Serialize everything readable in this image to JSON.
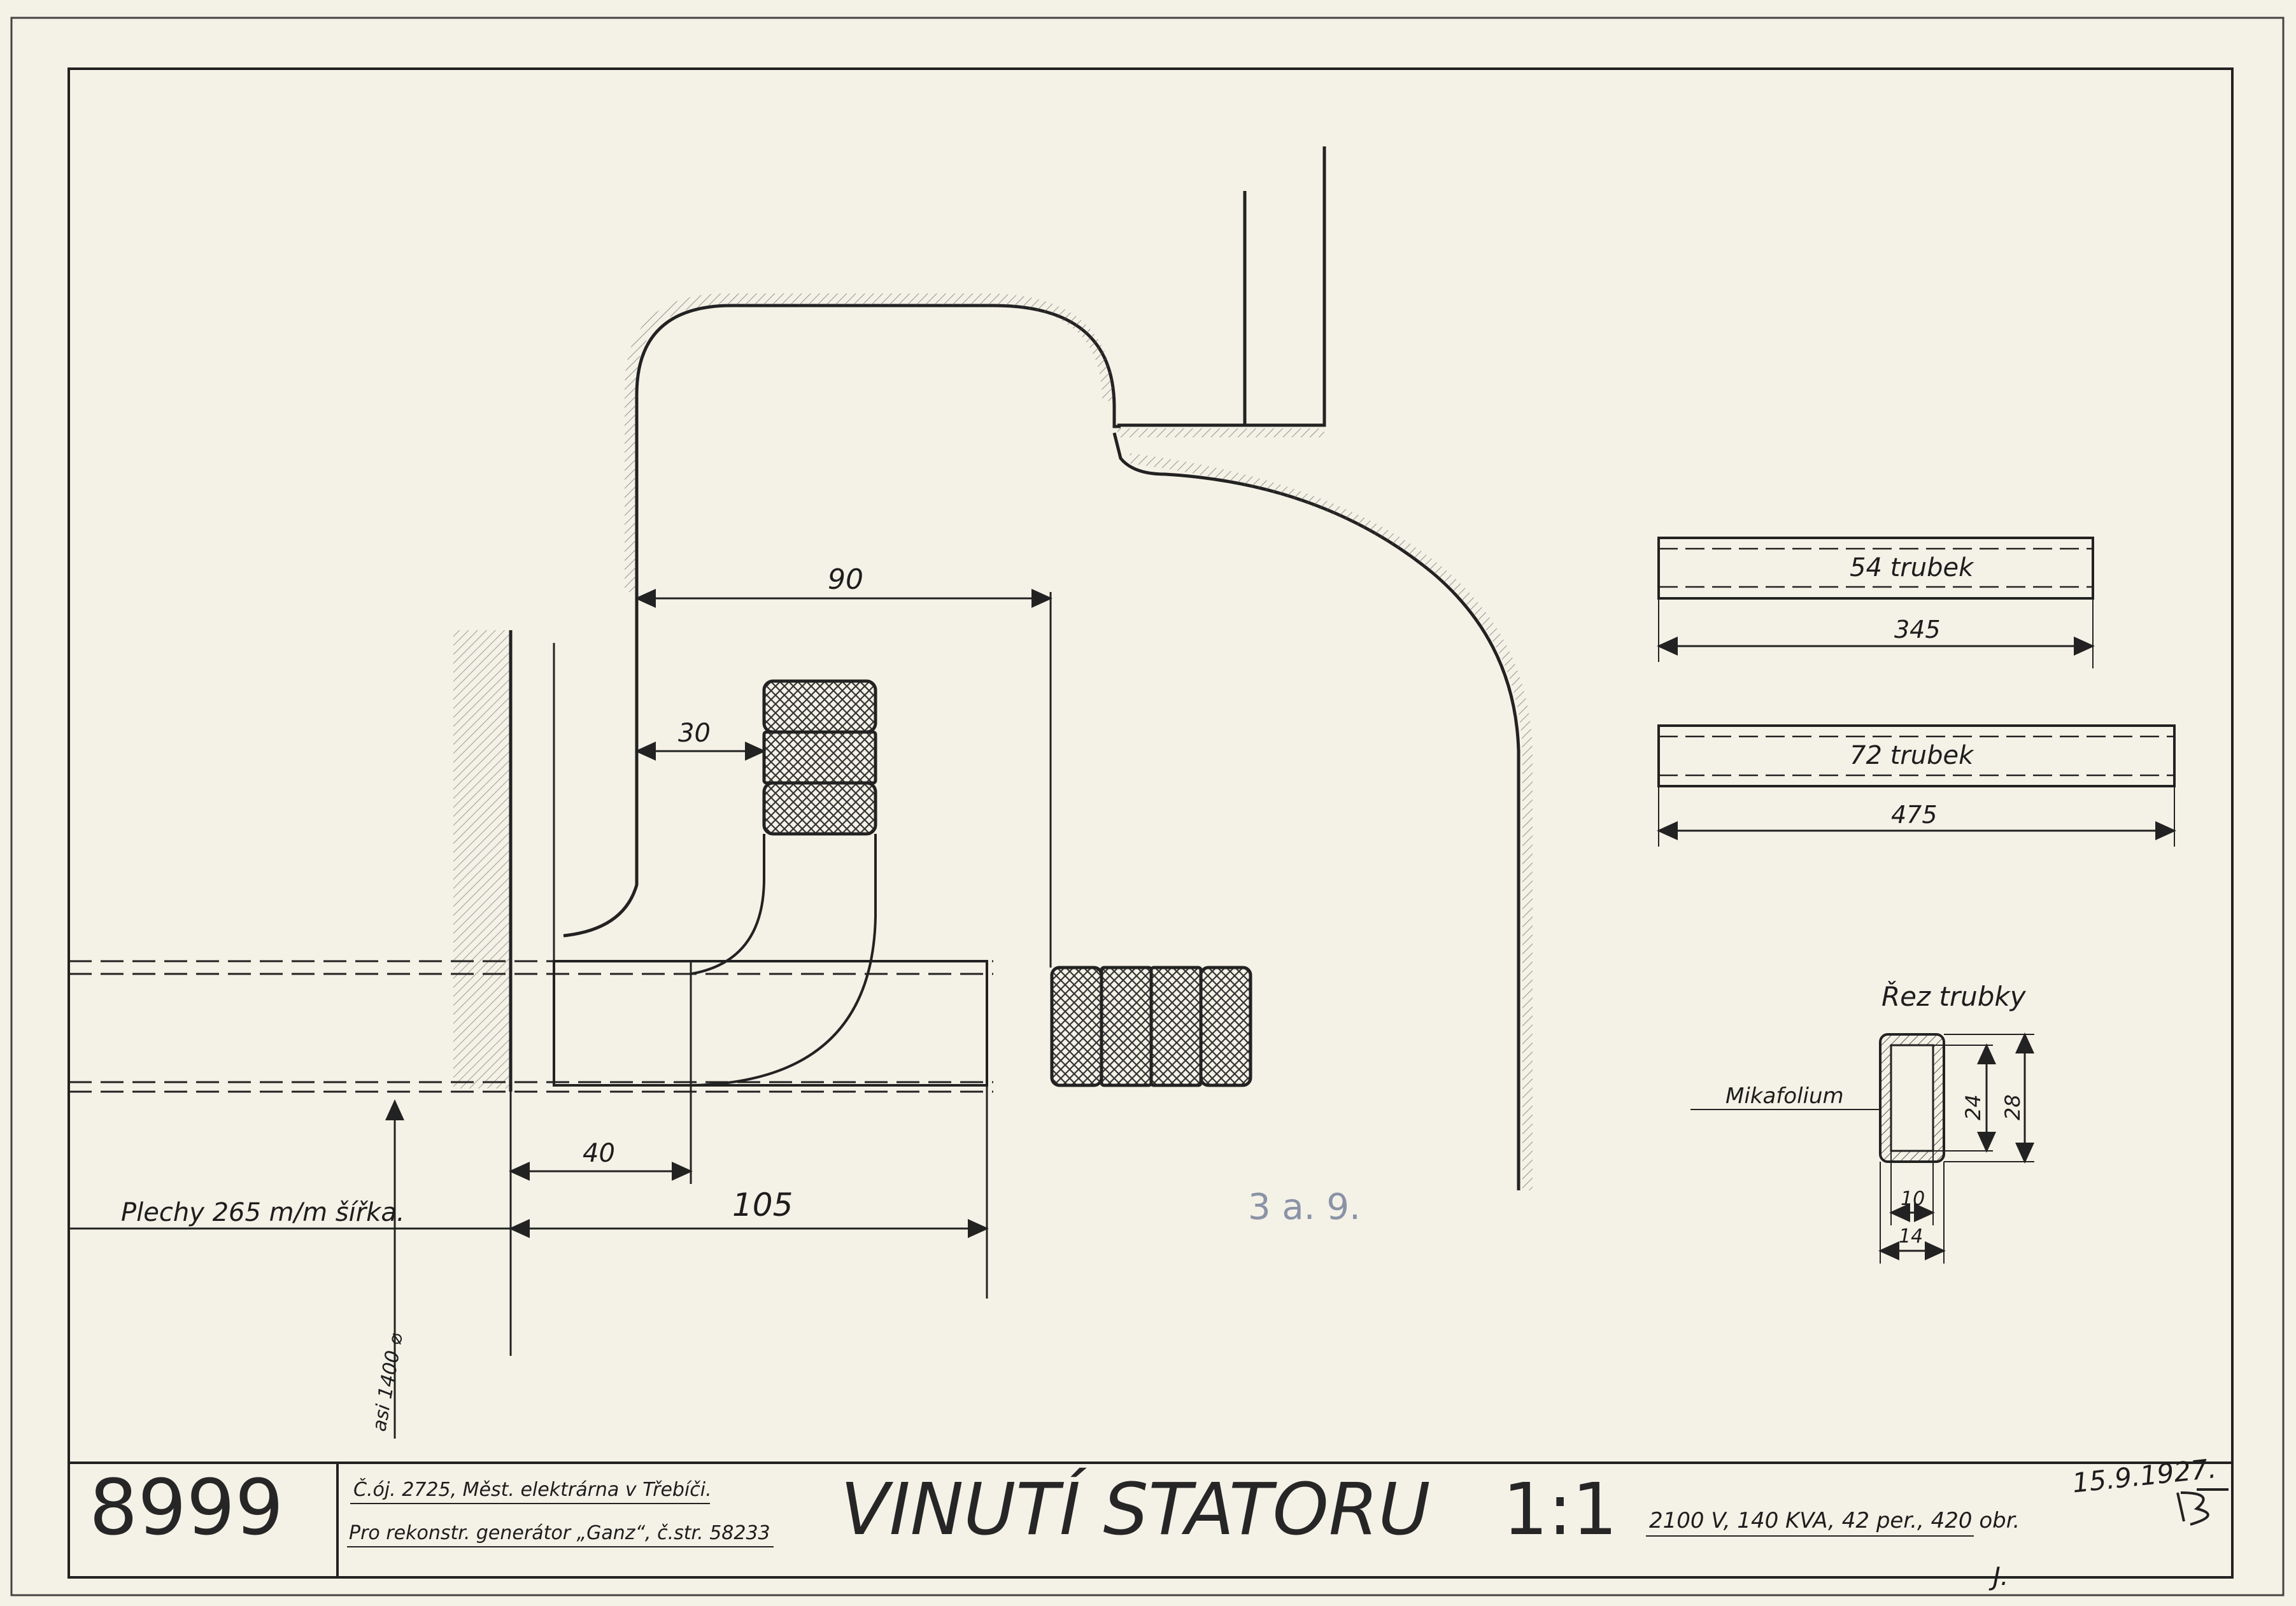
{
  "drawing": {
    "number": "8999",
    "order_line": "Č.ój. 2725, Měst. elektrárna v Třebíči.",
    "project_line": "Pro rekonstr. generátor „Ganz“, č.str. 58233",
    "title": "VINUTÍ STATORU",
    "scale": "1:1",
    "specs": "2100 V, 140 KVA, 42 per., 420 obr.",
    "date": "15.9.1927.",
    "initials": "J."
  },
  "dimensions": {
    "d90": "90",
    "d30": "30",
    "d40": "40",
    "d105": "105",
    "plates": "Plechy 265 m/m šířka.",
    "diameter": "asi 1400 ⌀"
  },
  "tubes": {
    "tube54": {
      "label": "54 trubek",
      "length": "345"
    },
    "tube72": {
      "label": "72 trubek",
      "length": "475"
    }
  },
  "section": {
    "title": "Řez trubky",
    "material": "Mikafolium",
    "inner_height": "24",
    "outer_height": "28",
    "inner_width": "10",
    "outer_width": "14"
  },
  "stamp": "3 a. 9."
}
